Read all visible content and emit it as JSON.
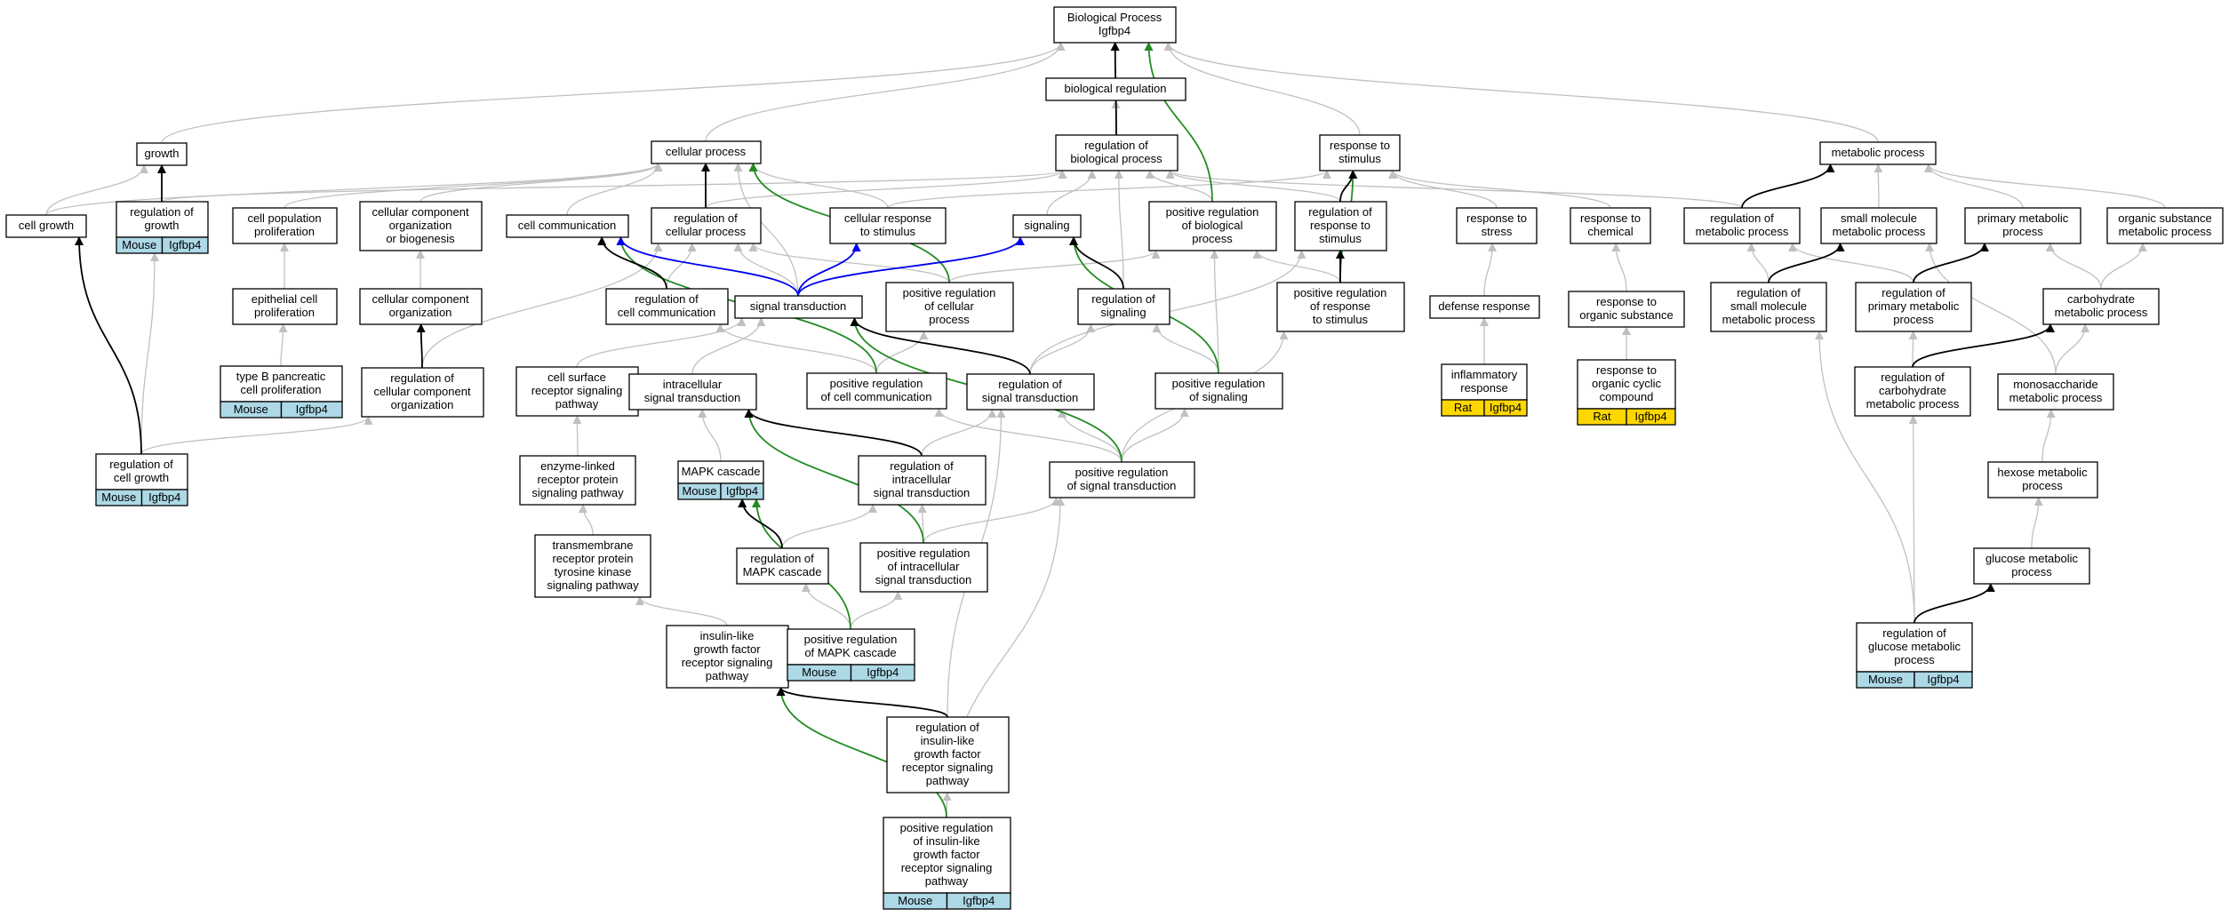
{
  "colors": {
    "edge_default": "#c0c0c0",
    "edge_black": "#000000",
    "edge_green": "#228b22",
    "edge_blue": "#0000ee",
    "tag_mouse": "#add8e6",
    "tag_rat": "#ffd700"
  },
  "nodes": [
    {
      "id": "bp",
      "lines": [
        "Biological Process",
        "Igfbp4"
      ]
    },
    {
      "id": "biolreg",
      "lines": [
        "biological regulation"
      ]
    },
    {
      "id": "growth",
      "lines": [
        "growth"
      ]
    },
    {
      "id": "cellproc",
      "lines": [
        "cellular process"
      ]
    },
    {
      "id": "regbio",
      "lines": [
        "regulation of",
        "biological process"
      ]
    },
    {
      "id": "respstim",
      "lines": [
        "response to",
        "stimulus"
      ]
    },
    {
      "id": "metab",
      "lines": [
        "metabolic process"
      ]
    },
    {
      "id": "cellgrowth",
      "lines": [
        "cell growth"
      ]
    },
    {
      "id": "reggrowth",
      "lines": [
        "regulation of",
        "growth"
      ],
      "tags": [
        "Mouse",
        "Igfbp4"
      ]
    },
    {
      "id": "cellpop",
      "lines": [
        "cell population",
        "proliferation"
      ]
    },
    {
      "id": "ccorgbio",
      "lines": [
        "cellular component",
        "organization",
        "or biogenesis"
      ]
    },
    {
      "id": "cellcomm",
      "lines": [
        "cell communication"
      ]
    },
    {
      "id": "regcellproc",
      "lines": [
        "regulation of",
        "cellular process"
      ]
    },
    {
      "id": "cellresp",
      "lines": [
        "cellular response",
        "to stimulus"
      ]
    },
    {
      "id": "signaling",
      "lines": [
        "signaling"
      ]
    },
    {
      "id": "posregbio",
      "lines": [
        "positive regulation",
        "of biological",
        "process"
      ]
    },
    {
      "id": "regresp",
      "lines": [
        "regulation of",
        "response to",
        "stimulus"
      ]
    },
    {
      "id": "respstress",
      "lines": [
        "response to",
        "stress"
      ]
    },
    {
      "id": "respchem",
      "lines": [
        "response to",
        "chemical"
      ]
    },
    {
      "id": "regmetab",
      "lines": [
        "regulation of",
        "metabolic process"
      ]
    },
    {
      "id": "smallmol",
      "lines": [
        "small molecule",
        "metabolic process"
      ]
    },
    {
      "id": "primmetab",
      "lines": [
        "primary metabolic",
        "process"
      ]
    },
    {
      "id": "orgsub",
      "lines": [
        "organic substance",
        "metabolic process"
      ]
    },
    {
      "id": "epiprolif",
      "lines": [
        "epithelial cell",
        "proliferation"
      ]
    },
    {
      "id": "ccorg",
      "lines": [
        "cellular component",
        "organization"
      ]
    },
    {
      "id": "regcellcomm",
      "lines": [
        "regulation of",
        "cell communication"
      ]
    },
    {
      "id": "sigtrans",
      "lines": [
        "signal transduction"
      ]
    },
    {
      "id": "posregcellproc",
      "lines": [
        "positive regulation",
        "of cellular",
        "process"
      ]
    },
    {
      "id": "regsig",
      "lines": [
        "regulation of",
        "signaling"
      ]
    },
    {
      "id": "posregresp",
      "lines": [
        "positive regulation",
        "of response",
        "to stimulus"
      ]
    },
    {
      "id": "defresp",
      "lines": [
        "defense response"
      ]
    },
    {
      "id": "resporg",
      "lines": [
        "response to",
        "organic substance"
      ]
    },
    {
      "id": "regsmallmol",
      "lines": [
        "regulation of",
        "small molecule",
        "metabolic process"
      ]
    },
    {
      "id": "regprim",
      "lines": [
        "regulation of",
        "primary metabolic",
        "process"
      ]
    },
    {
      "id": "carbmetab",
      "lines": [
        "carbohydrate",
        "metabolic process"
      ]
    },
    {
      "id": "typeb",
      "lines": [
        "type B pancreatic",
        "cell proliferation"
      ],
      "tags": [
        "Mouse",
        "Igfbp4"
      ]
    },
    {
      "id": "regccorg",
      "lines": [
        "regulation of",
        "cellular component",
        "organization"
      ]
    },
    {
      "id": "cellsurf",
      "lines": [
        "cell surface",
        "receptor signaling",
        "pathway"
      ]
    },
    {
      "id": "intrasig",
      "lines": [
        "intracellular",
        "signal transduction"
      ]
    },
    {
      "id": "posregcellcomm",
      "lines": [
        "positive regulation",
        "of cell communication"
      ]
    },
    {
      "id": "regsigtrans",
      "lines": [
        "regulation of",
        "signal transduction"
      ]
    },
    {
      "id": "posregsig",
      "lines": [
        "positive regulation",
        "of signaling"
      ]
    },
    {
      "id": "inflam",
      "lines": [
        "inflammatory",
        "response"
      ],
      "tags": [
        "Rat",
        "Igfbp4"
      ]
    },
    {
      "id": "resporgcyc",
      "lines": [
        "response to",
        "organic cyclic",
        "compound"
      ],
      "tags": [
        "Rat",
        "Igfbp4"
      ]
    },
    {
      "id": "regcarb",
      "lines": [
        "regulation of",
        "carbohydrate",
        "metabolic process"
      ]
    },
    {
      "id": "monosacc",
      "lines": [
        "monosaccharide",
        "metabolic process"
      ]
    },
    {
      "id": "regcellgrowth",
      "lines": [
        "regulation of",
        "cell growth"
      ],
      "tags": [
        "Mouse",
        "Igfbp4"
      ]
    },
    {
      "id": "enzyme",
      "lines": [
        "enzyme-linked",
        "receptor protein",
        "signaling pathway"
      ]
    },
    {
      "id": "mapk",
      "lines": [
        "MAPK cascade"
      ],
      "tags": [
        "Mouse",
        "Igfbp4"
      ]
    },
    {
      "id": "regintra",
      "lines": [
        "regulation of",
        "intracellular",
        "signal transduction"
      ]
    },
    {
      "id": "posregsigtrans",
      "lines": [
        "positive regulation",
        "of signal transduction"
      ]
    },
    {
      "id": "hexose",
      "lines": [
        "hexose metabolic",
        "process"
      ]
    },
    {
      "id": "transmem",
      "lines": [
        "transmembrane",
        "receptor protein",
        "tyrosine kinase",
        "signaling pathway"
      ]
    },
    {
      "id": "regmapk",
      "lines": [
        "regulation of",
        "MAPK cascade"
      ]
    },
    {
      "id": "posregintra",
      "lines": [
        "positive regulation",
        "of intracellular",
        "signal transduction"
      ]
    },
    {
      "id": "glucose",
      "lines": [
        "glucose metabolic",
        "process"
      ]
    },
    {
      "id": "insulin",
      "lines": [
        "insulin-like",
        "growth factor",
        "receptor signaling",
        "pathway"
      ]
    },
    {
      "id": "posregmapk",
      "lines": [
        "positive regulation",
        "of MAPK cascade"
      ],
      "tags": [
        "Mouse",
        "Igfbp4"
      ]
    },
    {
      "id": "regglucose",
      "lines": [
        "regulation of",
        "glucose metabolic",
        "process"
      ],
      "tags": [
        "Mouse",
        "Igfbp4"
      ]
    },
    {
      "id": "reginsulin",
      "lines": [
        "regulation of",
        "insulin-like",
        "growth factor",
        "receptor signaling",
        "pathway"
      ]
    },
    {
      "id": "posreginsulin",
      "lines": [
        "positive regulation",
        "of insulin-like",
        "growth factor",
        "receptor signaling",
        "pathway"
      ],
      "tags": [
        "Mouse",
        "Igfbp4"
      ]
    }
  ],
  "edges": [
    {
      "from": "biolreg",
      "to": "bp",
      "kind": "default"
    },
    {
      "from": "growth",
      "to": "bp",
      "kind": "default"
    },
    {
      "from": "cellproc",
      "to": "bp",
      "kind": "default"
    },
    {
      "from": "regbio",
      "to": "bp",
      "kind": "black"
    },
    {
      "from": "regbio",
      "to": "biolreg",
      "kind": "default"
    },
    {
      "from": "posregbio",
      "to": "bp",
      "kind": "green"
    },
    {
      "from": "respstim",
      "to": "bp",
      "kind": "default"
    },
    {
      "from": "metab",
      "to": "bp",
      "kind": "default"
    },
    {
      "from": "cellgrowth",
      "to": "growth",
      "kind": "default"
    },
    {
      "from": "cellgrowth",
      "to": "cellproc",
      "kind": "default"
    },
    {
      "from": "reggrowth",
      "to": "growth",
      "kind": "black"
    },
    {
      "from": "reggrowth",
      "to": "regbio",
      "kind": "default"
    },
    {
      "from": "cellpop",
      "to": "cellproc",
      "kind": "default"
    },
    {
      "from": "ccorgbio",
      "to": "cellproc",
      "kind": "default"
    },
    {
      "from": "cellcomm",
      "to": "cellproc",
      "kind": "default"
    },
    {
      "from": "regcellproc",
      "to": "cellproc",
      "kind": "black"
    },
    {
      "from": "regcellproc",
      "to": "regbio",
      "kind": "default"
    },
    {
      "from": "cellresp",
      "to": "cellproc",
      "kind": "default"
    },
    {
      "from": "cellresp",
      "to": "respstim",
      "kind": "default"
    },
    {
      "from": "signaling",
      "to": "regbio",
      "kind": "default"
    },
    {
      "from": "posregbio",
      "to": "regbio",
      "kind": "default"
    },
    {
      "from": "regresp",
      "to": "respstim",
      "kind": "black"
    },
    {
      "from": "regresp",
      "to": "regbio",
      "kind": "default"
    },
    {
      "from": "respstress",
      "to": "respstim",
      "kind": "default"
    },
    {
      "from": "respchem",
      "to": "respstim",
      "kind": "default"
    },
    {
      "from": "regmetab",
      "to": "metab",
      "kind": "black"
    },
    {
      "from": "regmetab",
      "to": "regbio",
      "kind": "default"
    },
    {
      "from": "smallmol",
      "to": "metab",
      "kind": "default"
    },
    {
      "from": "primmetab",
      "to": "metab",
      "kind": "default"
    },
    {
      "from": "orgsub",
      "to": "metab",
      "kind": "default"
    },
    {
      "from": "epiprolif",
      "to": "cellpop",
      "kind": "default"
    },
    {
      "from": "ccorg",
      "to": "ccorgbio",
      "kind": "default"
    },
    {
      "from": "regcellcomm",
      "to": "cellcomm",
      "kind": "black"
    },
    {
      "from": "regcellcomm",
      "to": "regcellproc",
      "kind": "default"
    },
    {
      "from": "sigtrans",
      "to": "cellcomm",
      "kind": "blue"
    },
    {
      "from": "sigtrans",
      "to": "cellresp",
      "kind": "blue"
    },
    {
      "from": "sigtrans",
      "to": "signaling",
      "kind": "blue"
    },
    {
      "from": "sigtrans",
      "to": "cellproc",
      "kind": "default"
    },
    {
      "from": "sigtrans",
      "to": "regcellproc",
      "kind": "default"
    },
    {
      "from": "posregcellproc",
      "to": "cellproc",
      "kind": "green"
    },
    {
      "from": "posregcellproc",
      "to": "regcellproc",
      "kind": "default"
    },
    {
      "from": "posregcellproc",
      "to": "posregbio",
      "kind": "default"
    },
    {
      "from": "regsig",
      "to": "signaling",
      "kind": "black"
    },
    {
      "from": "regsig",
      "to": "regbio",
      "kind": "default"
    },
    {
      "from": "posregresp",
      "to": "regresp",
      "kind": "black"
    },
    {
      "from": "posregresp",
      "to": "respstim",
      "kind": "green"
    },
    {
      "from": "posregresp",
      "to": "posregbio",
      "kind": "default"
    },
    {
      "from": "defresp",
      "to": "respstress",
      "kind": "default"
    },
    {
      "from": "resporg",
      "to": "respchem",
      "kind": "default"
    },
    {
      "from": "regsmallmol",
      "to": "smallmol",
      "kind": "black"
    },
    {
      "from": "regsmallmol",
      "to": "regmetab",
      "kind": "default"
    },
    {
      "from": "regprim",
      "to": "primmetab",
      "kind": "black"
    },
    {
      "from": "regprim",
      "to": "regmetab",
      "kind": "default"
    },
    {
      "from": "carbmetab",
      "to": "primmetab",
      "kind": "default"
    },
    {
      "from": "carbmetab",
      "to": "orgsub",
      "kind": "default"
    },
    {
      "from": "typeb",
      "to": "epiprolif",
      "kind": "default"
    },
    {
      "from": "regccorg",
      "to": "ccorg",
      "kind": "black"
    },
    {
      "from": "regccorg",
      "to": "regcellproc",
      "kind": "default"
    },
    {
      "from": "cellsurf",
      "to": "sigtrans",
      "kind": "default"
    },
    {
      "from": "intrasig",
      "to": "sigtrans",
      "kind": "default"
    },
    {
      "from": "posregcellcomm",
      "to": "cellcomm",
      "kind": "green"
    },
    {
      "from": "posregcellcomm",
      "to": "regcellcomm",
      "kind": "default"
    },
    {
      "from": "posregcellcomm",
      "to": "posregcellproc",
      "kind": "default"
    },
    {
      "from": "regsigtrans",
      "to": "sigtrans",
      "kind": "black"
    },
    {
      "from": "regsigtrans",
      "to": "regsig",
      "kind": "default"
    },
    {
      "from": "regsigtrans",
      "to": "regresp",
      "kind": "default"
    },
    {
      "from": "posregsig",
      "to": "signaling",
      "kind": "green"
    },
    {
      "from": "posregsig",
      "to": "regsig",
      "kind": "default"
    },
    {
      "from": "posregsig",
      "to": "posregbio",
      "kind": "default"
    },
    {
      "from": "inflam",
      "to": "defresp",
      "kind": "default"
    },
    {
      "from": "resporgcyc",
      "to": "resporg",
      "kind": "default"
    },
    {
      "from": "regcarb",
      "to": "carbmetab",
      "kind": "black"
    },
    {
      "from": "regcarb",
      "to": "regprim",
      "kind": "default"
    },
    {
      "from": "monosacc",
      "to": "carbmetab",
      "kind": "default"
    },
    {
      "from": "monosacc",
      "to": "smallmol",
      "kind": "default"
    },
    {
      "from": "regcellgrowth",
      "to": "cellgrowth",
      "kind": "black"
    },
    {
      "from": "regcellgrowth",
      "to": "reggrowth",
      "kind": "default"
    },
    {
      "from": "regcellgrowth",
      "to": "regccorg",
      "kind": "default"
    },
    {
      "from": "enzyme",
      "to": "cellsurf",
      "kind": "default"
    },
    {
      "from": "mapk",
      "to": "intrasig",
      "kind": "default"
    },
    {
      "from": "regintra",
      "to": "intrasig",
      "kind": "black"
    },
    {
      "from": "regintra",
      "to": "regsigtrans",
      "kind": "default"
    },
    {
      "from": "posregsigtrans",
      "to": "sigtrans",
      "kind": "green"
    },
    {
      "from": "posregsigtrans",
      "to": "regsigtrans",
      "kind": "default"
    },
    {
      "from": "posregsigtrans",
      "to": "posregcellcomm",
      "kind": "default"
    },
    {
      "from": "posregsigtrans",
      "to": "posregsig",
      "kind": "default"
    },
    {
      "from": "posregsigtrans",
      "to": "posregresp",
      "kind": "default"
    },
    {
      "from": "hexose",
      "to": "monosacc",
      "kind": "default"
    },
    {
      "from": "transmem",
      "to": "enzyme",
      "kind": "default"
    },
    {
      "from": "regmapk",
      "to": "mapk",
      "kind": "black"
    },
    {
      "from": "regmapk",
      "to": "regintra",
      "kind": "default"
    },
    {
      "from": "posregintra",
      "to": "intrasig",
      "kind": "green"
    },
    {
      "from": "posregintra",
      "to": "regintra",
      "kind": "default"
    },
    {
      "from": "posregintra",
      "to": "posregsigtrans",
      "kind": "default"
    },
    {
      "from": "glucose",
      "to": "hexose",
      "kind": "default"
    },
    {
      "from": "insulin",
      "to": "transmem",
      "kind": "default"
    },
    {
      "from": "posregmapk",
      "to": "mapk",
      "kind": "green"
    },
    {
      "from": "posregmapk",
      "to": "regmapk",
      "kind": "default"
    },
    {
      "from": "posregmapk",
      "to": "posregintra",
      "kind": "default"
    },
    {
      "from": "regglucose",
      "to": "glucose",
      "kind": "black"
    },
    {
      "from": "regglucose",
      "to": "regcarb",
      "kind": "default"
    },
    {
      "from": "regglucose",
      "to": "regsmallmol",
      "kind": "default"
    },
    {
      "from": "reginsulin",
      "to": "insulin",
      "kind": "black"
    },
    {
      "from": "reginsulin",
      "to": "regsigtrans",
      "kind": "default"
    },
    {
      "from": "posreginsulin",
      "to": "insulin",
      "kind": "green"
    },
    {
      "from": "posreginsulin",
      "to": "reginsulin",
      "kind": "default"
    },
    {
      "from": "posreginsulin",
      "to": "posregsigtrans",
      "kind": "default"
    }
  ]
}
